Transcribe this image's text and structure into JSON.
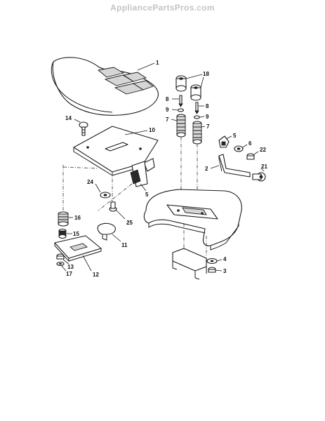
{
  "watermark": "AppliancePartsPros.com",
  "callouts": {
    "c1": "1",
    "c2": "2",
    "c3": "3",
    "c4": "4",
    "c5a": "5",
    "c5b": "5",
    "c6": "6",
    "c7a": "7",
    "c7b": "7",
    "c8a": "8",
    "c8b": "8",
    "c9a": "9",
    "c9b": "9",
    "c10": "10",
    "c11": "11",
    "c12": "12",
    "c13": "13",
    "c14": "14",
    "c15": "15",
    "c16": "16",
    "c17": "17",
    "c18": "18",
    "c21": "21",
    "c22": "22",
    "c24": "24",
    "c25": "25"
  }
}
